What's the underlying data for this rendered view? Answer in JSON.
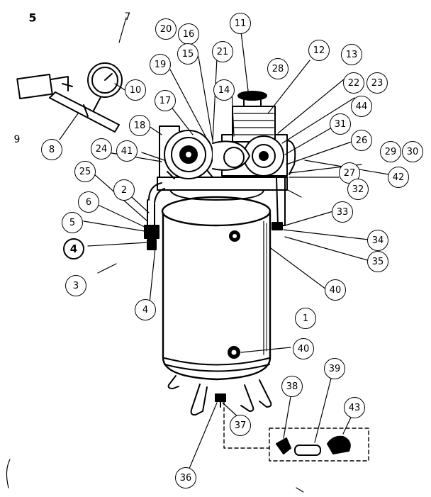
{
  "diagram": {
    "callouts": [
      {
        "id": "p11",
        "text": "11"
      },
      {
        "id": "p20",
        "text": "20"
      },
      {
        "id": "p16",
        "text": "16"
      },
      {
        "id": "p15",
        "text": "15"
      },
      {
        "id": "p21",
        "text": "21"
      },
      {
        "id": "p28",
        "text": "28"
      },
      {
        "id": "p12",
        "text": "12"
      },
      {
        "id": "p13",
        "text": "13"
      },
      {
        "id": "p19",
        "text": "19"
      },
      {
        "id": "p10",
        "text": "10"
      },
      {
        "id": "p14",
        "text": "14"
      },
      {
        "id": "p22",
        "text": "22"
      },
      {
        "id": "p23",
        "text": "23"
      },
      {
        "id": "p44",
        "text": "44"
      },
      {
        "id": "p17",
        "text": "17"
      },
      {
        "id": "p18",
        "text": "18"
      },
      {
        "id": "p31",
        "text": "31"
      },
      {
        "id": "p26",
        "text": "26"
      },
      {
        "id": "p29",
        "text": "29"
      },
      {
        "id": "p30",
        "text": "30"
      },
      {
        "id": "p8",
        "text": "8"
      },
      {
        "id": "p24",
        "text": "24"
      },
      {
        "id": "p41",
        "text": "41"
      },
      {
        "id": "p27",
        "text": "27"
      },
      {
        "id": "p42",
        "text": "42"
      },
      {
        "id": "p25",
        "text": "25"
      },
      {
        "id": "p2",
        "text": "2"
      },
      {
        "id": "p32",
        "text": "32"
      },
      {
        "id": "p6",
        "text": "6"
      },
      {
        "id": "p33",
        "text": "33"
      },
      {
        "id": "p5b",
        "text": "5"
      },
      {
        "id": "p4b",
        "text": "4"
      },
      {
        "id": "p34",
        "text": "34"
      },
      {
        "id": "p35",
        "text": "35"
      },
      {
        "id": "p3",
        "text": "3"
      },
      {
        "id": "p40a",
        "text": "40"
      },
      {
        "id": "p4c",
        "text": "4"
      },
      {
        "id": "p1",
        "text": "1"
      },
      {
        "id": "p40b",
        "text": "40"
      },
      {
        "id": "p39",
        "text": "39"
      },
      {
        "id": "p38",
        "text": "38"
      },
      {
        "id": "p43",
        "text": "43"
      },
      {
        "id": "p37",
        "text": "37"
      },
      {
        "id": "p36",
        "text": "36"
      }
    ],
    "loose_labels": [
      {
        "id": "l5",
        "text": "5"
      },
      {
        "id": "l7",
        "text": "7"
      },
      {
        "id": "l9",
        "text": "9"
      }
    ]
  }
}
